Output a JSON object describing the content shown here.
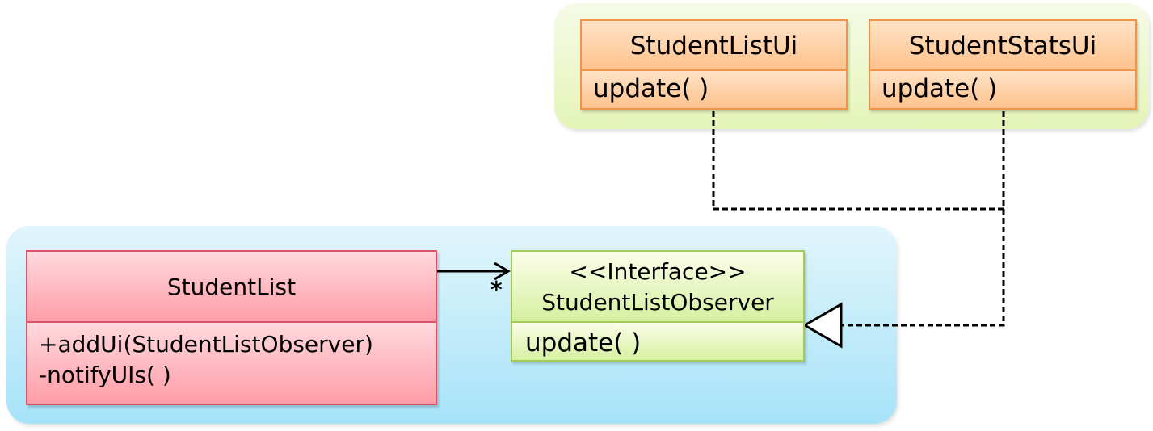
{
  "ui_classes": [
    {
      "name": "StudentListUi",
      "operations": [
        "update( )"
      ]
    },
    {
      "name": "StudentStatsUi",
      "operations": [
        "update( )"
      ]
    }
  ],
  "student_list": {
    "name": "StudentList",
    "operations": [
      "+addUi(StudentListObserver)",
      "-notifyUIs( )"
    ]
  },
  "observer": {
    "stereotype": "<<Interface>>",
    "name": "StudentListObserver",
    "operations": [
      "update( )"
    ]
  },
  "association": {
    "multiplicity": "*"
  },
  "colors": {
    "ui_group": "#e4f4b7",
    "model_group": "#a6e3f8",
    "ui_class": "#ffc28c",
    "student_list": "#ff9da7",
    "observer": "#d7f0a1"
  }
}
